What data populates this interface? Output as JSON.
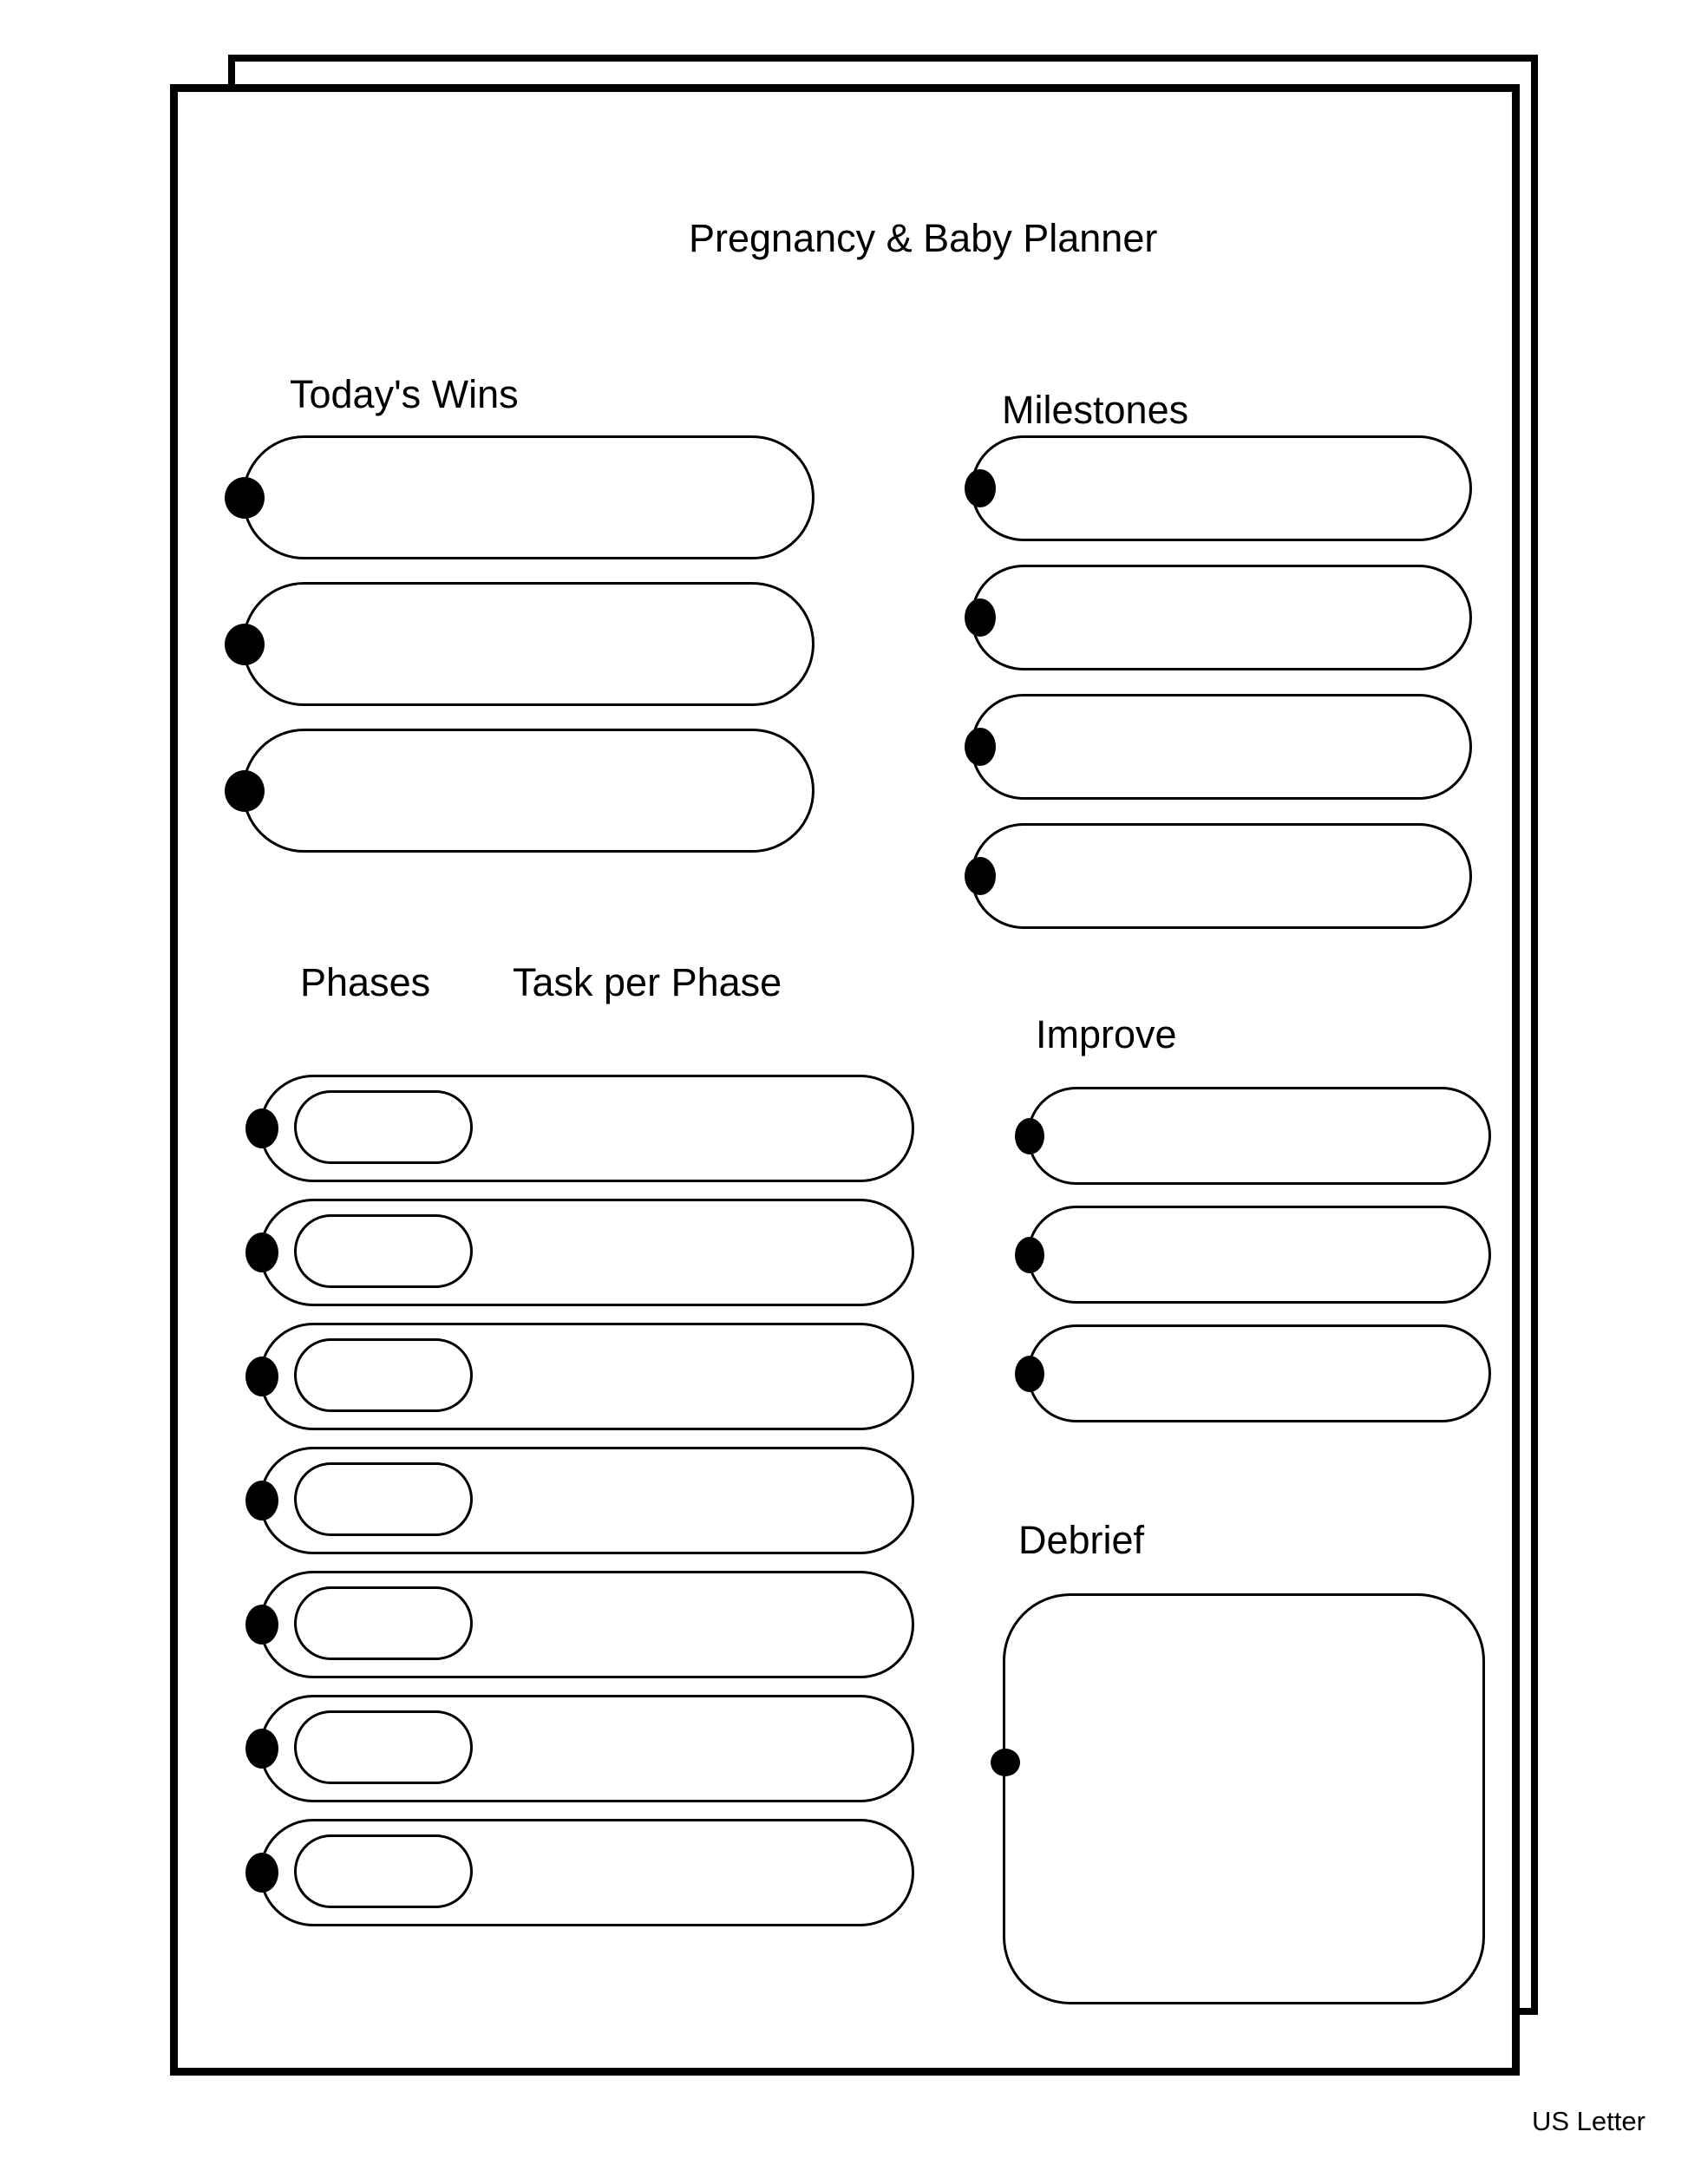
{
  "page": {
    "title": "Pregnancy & Baby Planner",
    "paper_size_label": "US Letter"
  },
  "colors": {
    "ink": "#000000",
    "paper": "#ffffff"
  },
  "icons": {
    "bullet_icon": "filled-dot"
  },
  "sections": {
    "todays_wins": {
      "label": "Today's Wins",
      "rows": 3
    },
    "milestones": {
      "label": "Milestones",
      "rows": 4
    },
    "phases": {
      "label": "Phases",
      "tasks_label": "Task per Phase",
      "rows": 7
    },
    "improve": {
      "label": "Improve",
      "rows": 3
    },
    "debrief": {
      "label": "Debrief"
    }
  }
}
